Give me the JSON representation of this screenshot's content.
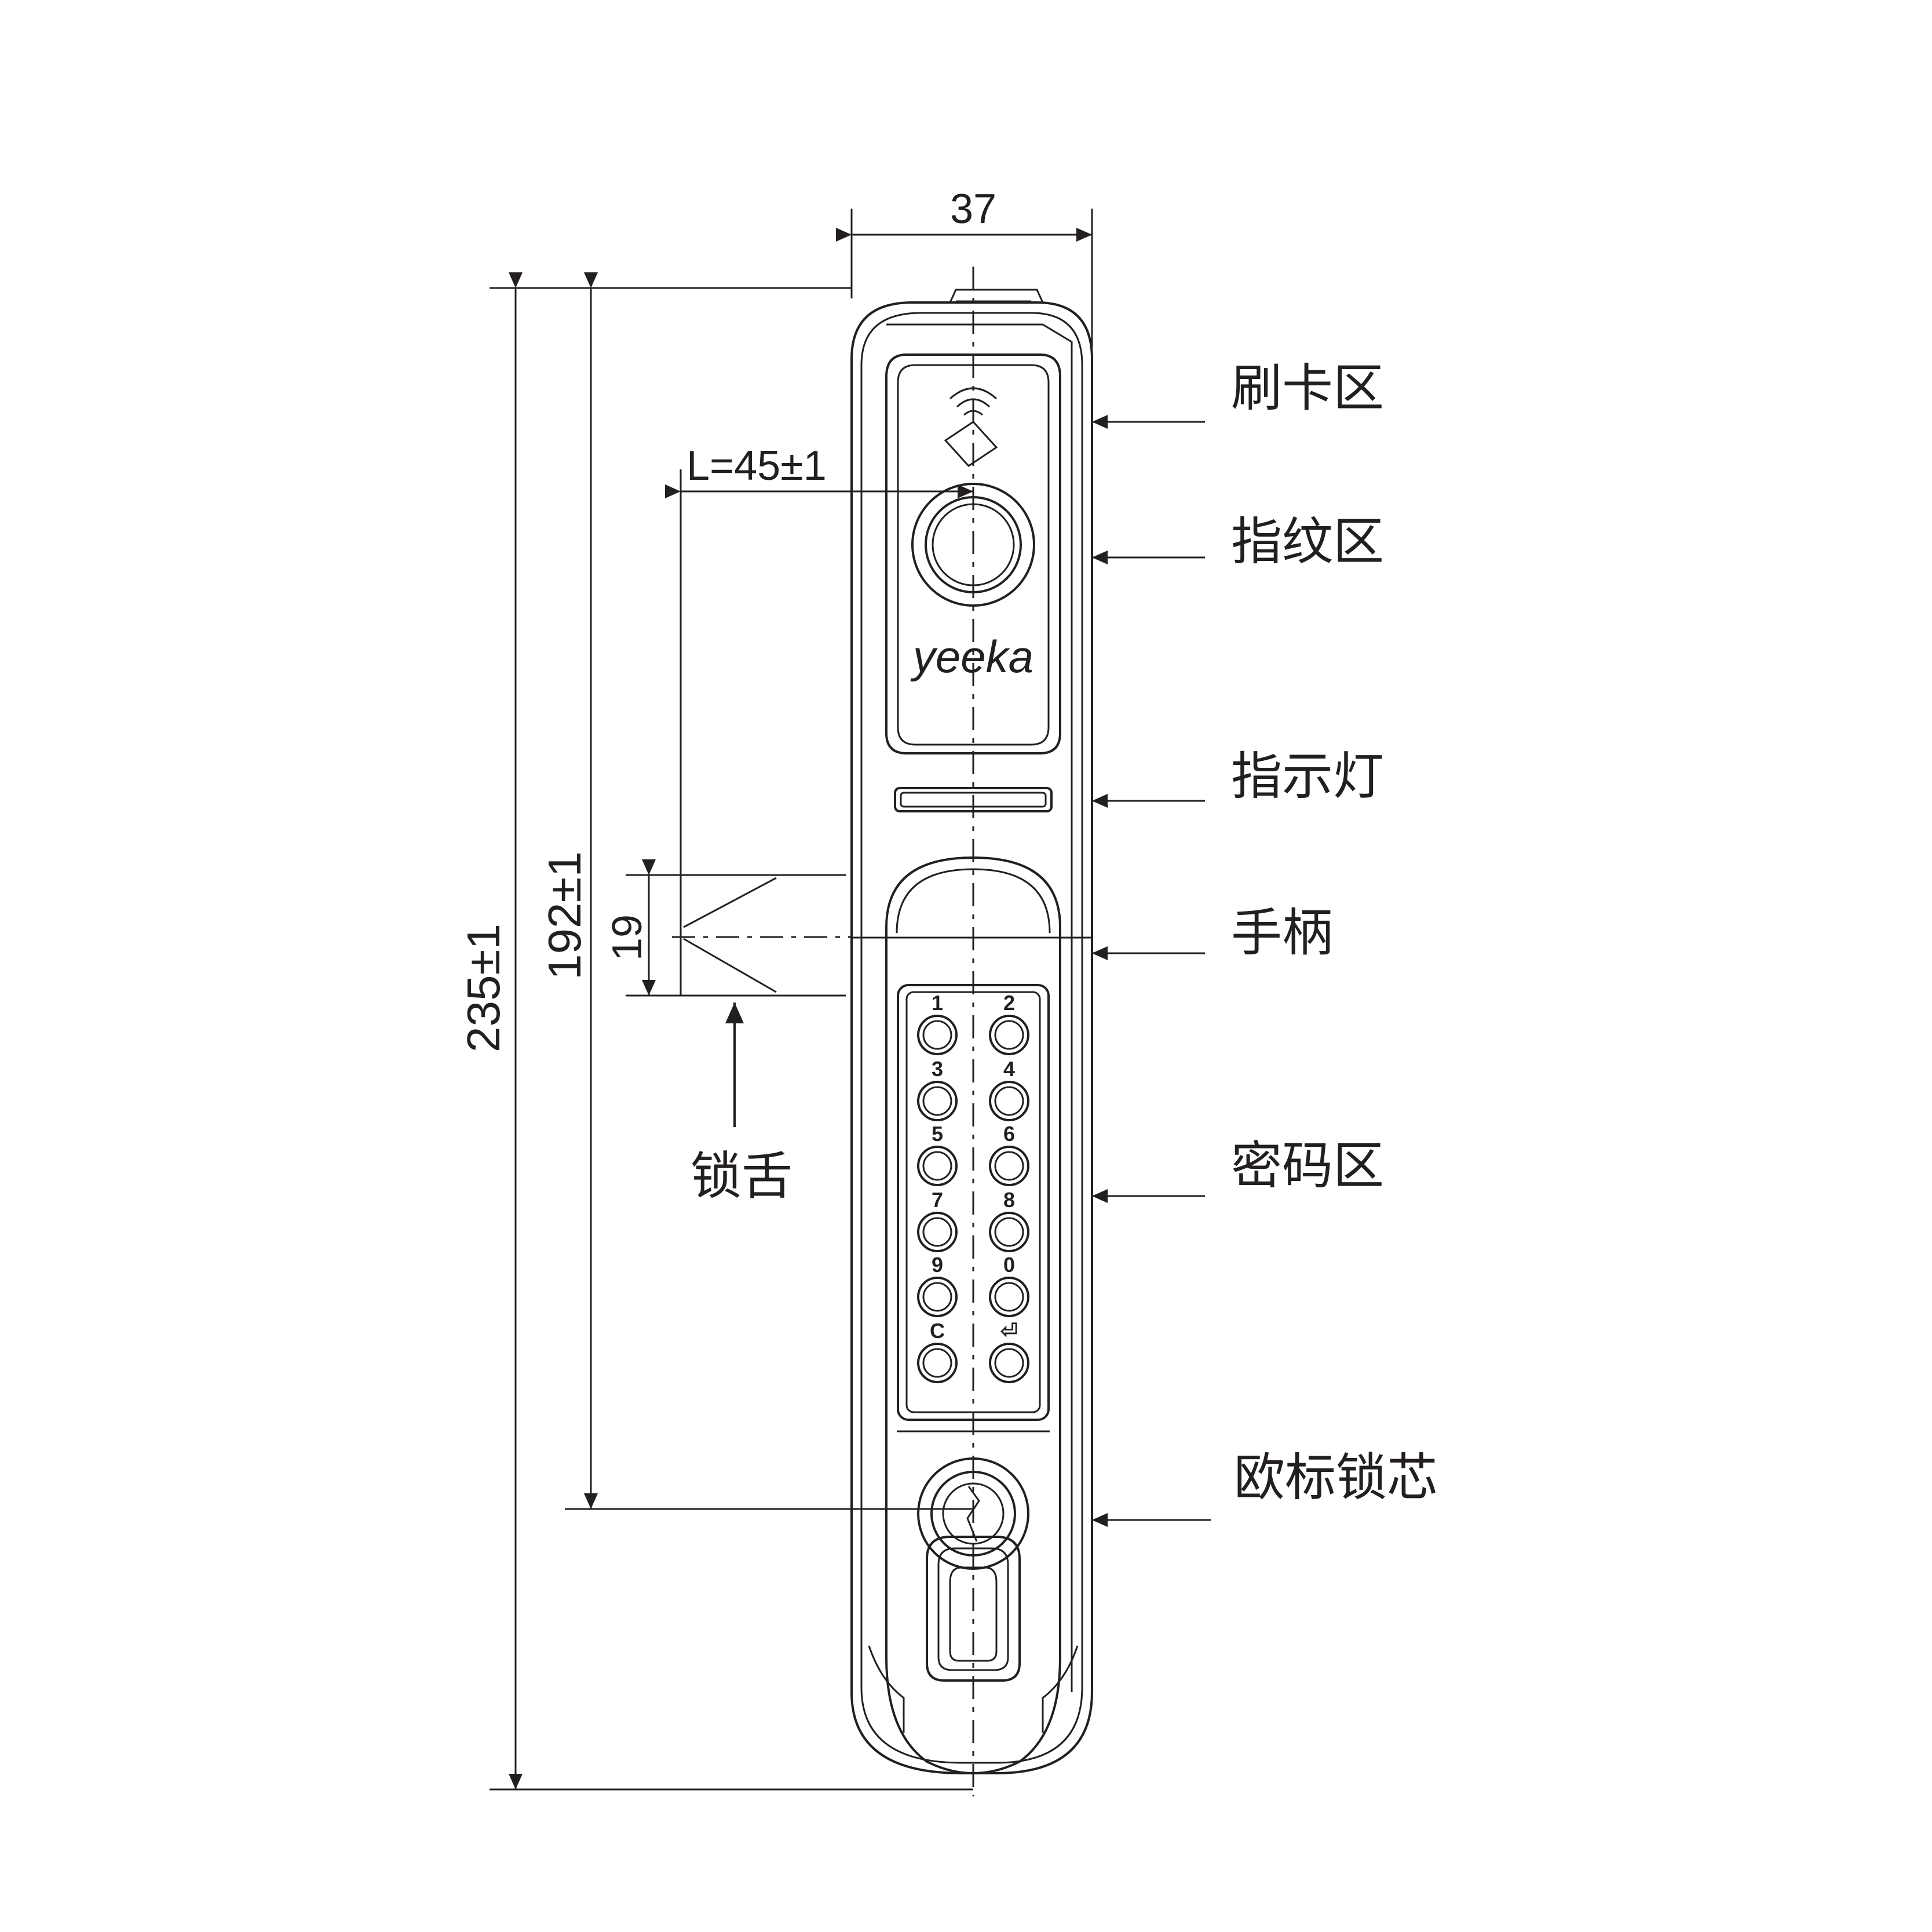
{
  "dimensions": {
    "width": "37",
    "lever_offset": "L=45±1",
    "total_height": "235±1",
    "spindle_to_cylinder": "192±1",
    "latch_height": "19"
  },
  "brand": "yeeka",
  "keypad": {
    "keys": [
      "1",
      "2",
      "3",
      "4",
      "5",
      "6",
      "7",
      "8",
      "9",
      "0",
      "C",
      "⏎"
    ]
  },
  "callouts": {
    "card_zone": "刷卡区",
    "fingerprint_zone": "指纹区",
    "indicator_light": "指示灯",
    "handle": "手柄",
    "password_zone": "密码区",
    "euro_cylinder": "欧标锁芯",
    "latch_bolt": "锁舌"
  },
  "colors": {
    "line": "#231f20",
    "background": "#ffffff"
  }
}
